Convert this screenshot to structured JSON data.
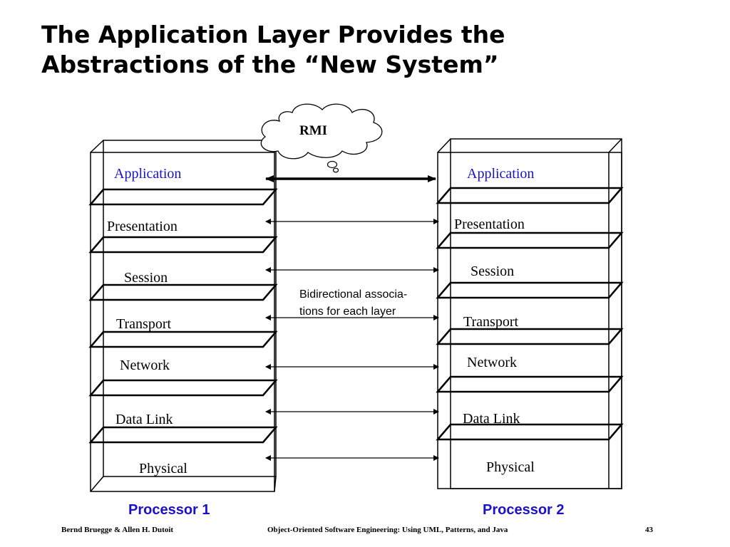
{
  "title": {
    "line1": "The Application Layer Provides the",
    "line2": "Abstractions of the “New System”"
  },
  "rmi_label": "RMI",
  "note": {
    "line1": "Bidirectional associa-",
    "line2": "tions for each layer"
  },
  "processors": [
    {
      "label": "Processor 1",
      "layers": [
        "Application",
        "Presentation",
        "Session",
        "Transport",
        "Network",
        "Data Link",
        "Physical"
      ]
    },
    {
      "label": "Processor 2",
      "layers": [
        "Application",
        "Presentation",
        "Session",
        "Transport",
        "Network",
        "Data Link",
        "Physical"
      ]
    }
  ],
  "footer": {
    "authors": "Bernd Bruegge & Allen H. Dutoit",
    "book": "Object-Oriented Software Engineering: Using UML, Patterns, and Java",
    "page": "43"
  },
  "colors": {
    "accent_blue": "#1a12c8",
    "line": "#000000"
  }
}
